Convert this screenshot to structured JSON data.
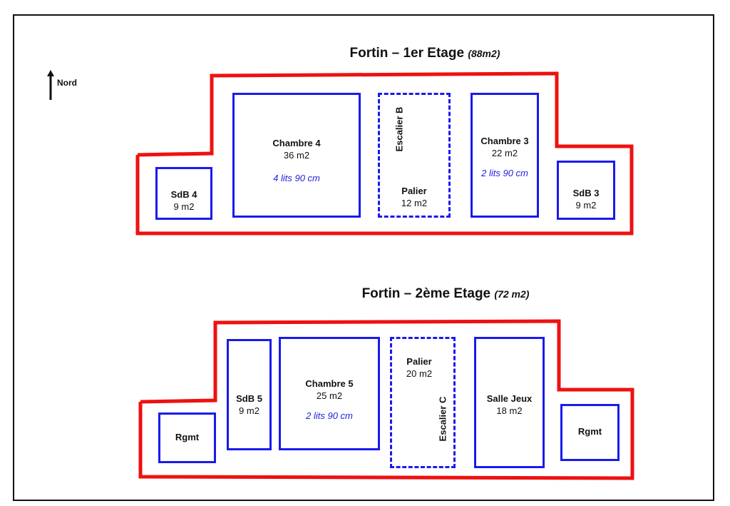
{
  "colors": {
    "exterior_wall": "#ee1111",
    "room_wall": "#1a1aee",
    "bed_text": "#2222dd"
  },
  "compass": {
    "label": "Nord",
    "icon": "north-arrow-icon"
  },
  "floors": [
    {
      "title": "Fortin – 1er Etage",
      "area": "(88m2)",
      "rooms": [
        {
          "name": "SdB 4",
          "area": "9 m2"
        },
        {
          "name": "Chambre 4",
          "area": "36 m2",
          "beds": "4 lits 90 cm"
        },
        {
          "name": "Escalier B",
          "landing": "Palier",
          "area": "12 m2"
        },
        {
          "name": "Chambre 3",
          "area": "22 m2",
          "beds": "2 lits 90 cm"
        },
        {
          "name": "SdB 3",
          "area": "9 m2"
        }
      ]
    },
    {
      "title": "Fortin – 2ème Etage",
      "area": "(72 m2)",
      "rooms": [
        {
          "name": "Rgmt"
        },
        {
          "name": "SdB 5",
          "area": "9 m2"
        },
        {
          "name": "Chambre 5",
          "area": "25 m2",
          "beds": "2 lits 90 cm"
        },
        {
          "name": "Escalier C",
          "landing": "Palier",
          "area": "20 m2"
        },
        {
          "name": "Salle Jeux",
          "area": "18 m2"
        },
        {
          "name": "Rgmt"
        }
      ]
    }
  ]
}
